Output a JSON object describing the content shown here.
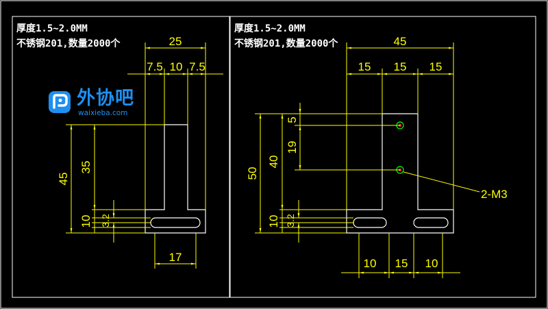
{
  "left_drawing": {
    "spec_line1": "厚度1.5~2.0MM",
    "spec_line2": "不锈钢201,数量2000个",
    "dimensions": {
      "overall_width": "25",
      "seg_a": "7.5",
      "seg_b": "10",
      "seg_c": "7.5",
      "overall_height": "45",
      "upright_height": "35",
      "base_height": "10",
      "slot_offset": "3.2",
      "slot_length": "17"
    }
  },
  "right_drawing": {
    "spec_line1": "厚度1.5~2.0MM",
    "spec_line2": "不锈钢201,数量2000个",
    "dimensions": {
      "overall_width": "45",
      "seg_a": "15",
      "seg_b": "15",
      "seg_c": "15",
      "overall_height": "50",
      "upright_height": "40",
      "hole_top": "5",
      "hole_spacing": "19",
      "base_height": "10",
      "slot_offset": "3.2",
      "bottom_a": "10",
      "bottom_b": "15",
      "bottom_c": "10",
      "hole_callout": "2-M3"
    }
  },
  "watermark": {
    "brand_cn": "外协吧",
    "brand_en": "waixieba.com"
  },
  "colors": {
    "background": "#000000",
    "border": "#ffffff",
    "dimension": "#ffff00",
    "part_outline": "#ffffff",
    "hole_marker": "#00ff00",
    "hole_center": "#ff3030",
    "brand": "#1e8ff0"
  }
}
